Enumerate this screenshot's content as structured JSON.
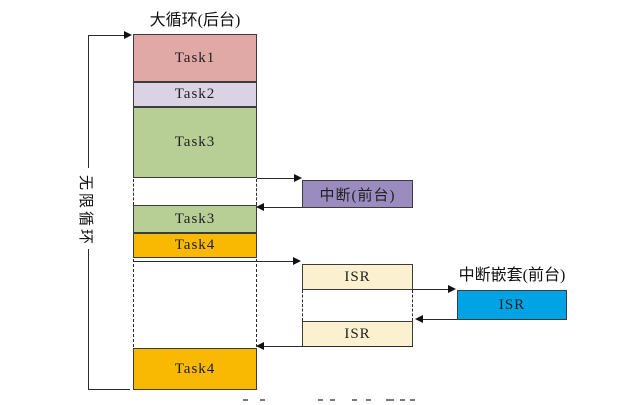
{
  "diagram": {
    "background": {
      "title": "大循环(后台)",
      "loop_label": "无限循环",
      "tasks": {
        "task1": {
          "label": "Task1",
          "color": "#e1a9a5"
        },
        "task2": {
          "label": "Task2",
          "color": "#d9d3e4"
        },
        "task3a": {
          "label": "Task3",
          "color": "#b7cf95"
        },
        "task3b": {
          "label": "Task3",
          "color": "#b7cf95"
        },
        "task4a": {
          "label": "Task4",
          "color": "#f9b801"
        },
        "task4b": {
          "label": "Task4",
          "color": "#f9b801"
        }
      }
    },
    "foreground": {
      "interrupt": {
        "label": "中断(前台)",
        "color": "#9b8cc0"
      },
      "isr1": {
        "label": "ISR",
        "color": "#fbf1d0"
      },
      "isr2": {
        "label": "ISR",
        "color": "#fbf1d0"
      },
      "nested_title": "中断嵌套(前台)",
      "nested_isr": {
        "label": "ISR",
        "color": "#00a4e4"
      }
    },
    "colors": {
      "line": "#2b2b2b",
      "box_border": "#3c3c3c",
      "background": "#ffffff"
    }
  }
}
